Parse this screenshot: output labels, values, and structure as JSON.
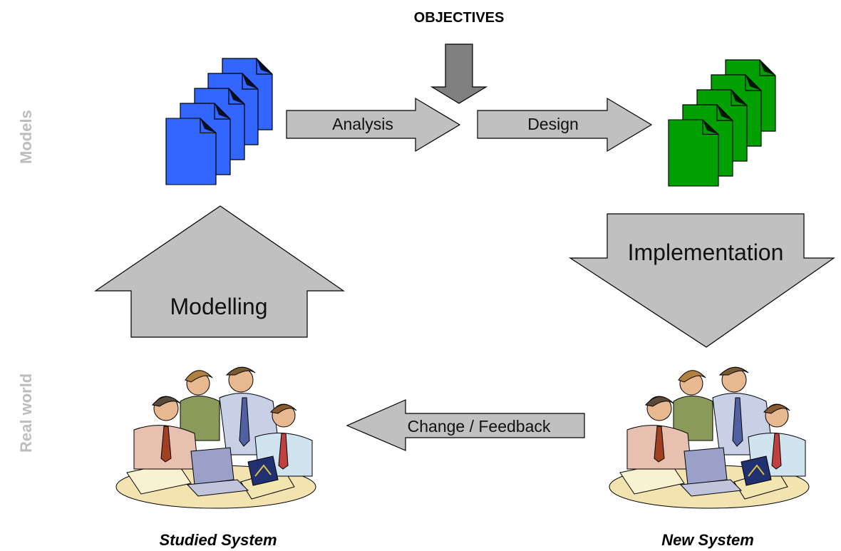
{
  "side_labels": {
    "models": "Models",
    "real_world": "Real world"
  },
  "objectives": "OBJECTIVES",
  "arrows": {
    "analysis": "Analysis",
    "design": "Design",
    "implementation": "Implementation",
    "modelling": "Modelling",
    "change_feedback": "Change / Feedback"
  },
  "captions": {
    "studied_system": "Studied System",
    "new_system": "New System"
  },
  "colors": {
    "studied_models": "#3366ff",
    "new_models": "#00a000",
    "arrow_fill": "#c0c0c0",
    "objectives_arrow": "#808080",
    "side_label": "#bdbdbd"
  },
  "icons": {
    "studied_models": "document-stack-icon",
    "new_models": "document-stack-icon",
    "studied_system": "team-meeting-icon",
    "new_system": "team-meeting-icon"
  }
}
